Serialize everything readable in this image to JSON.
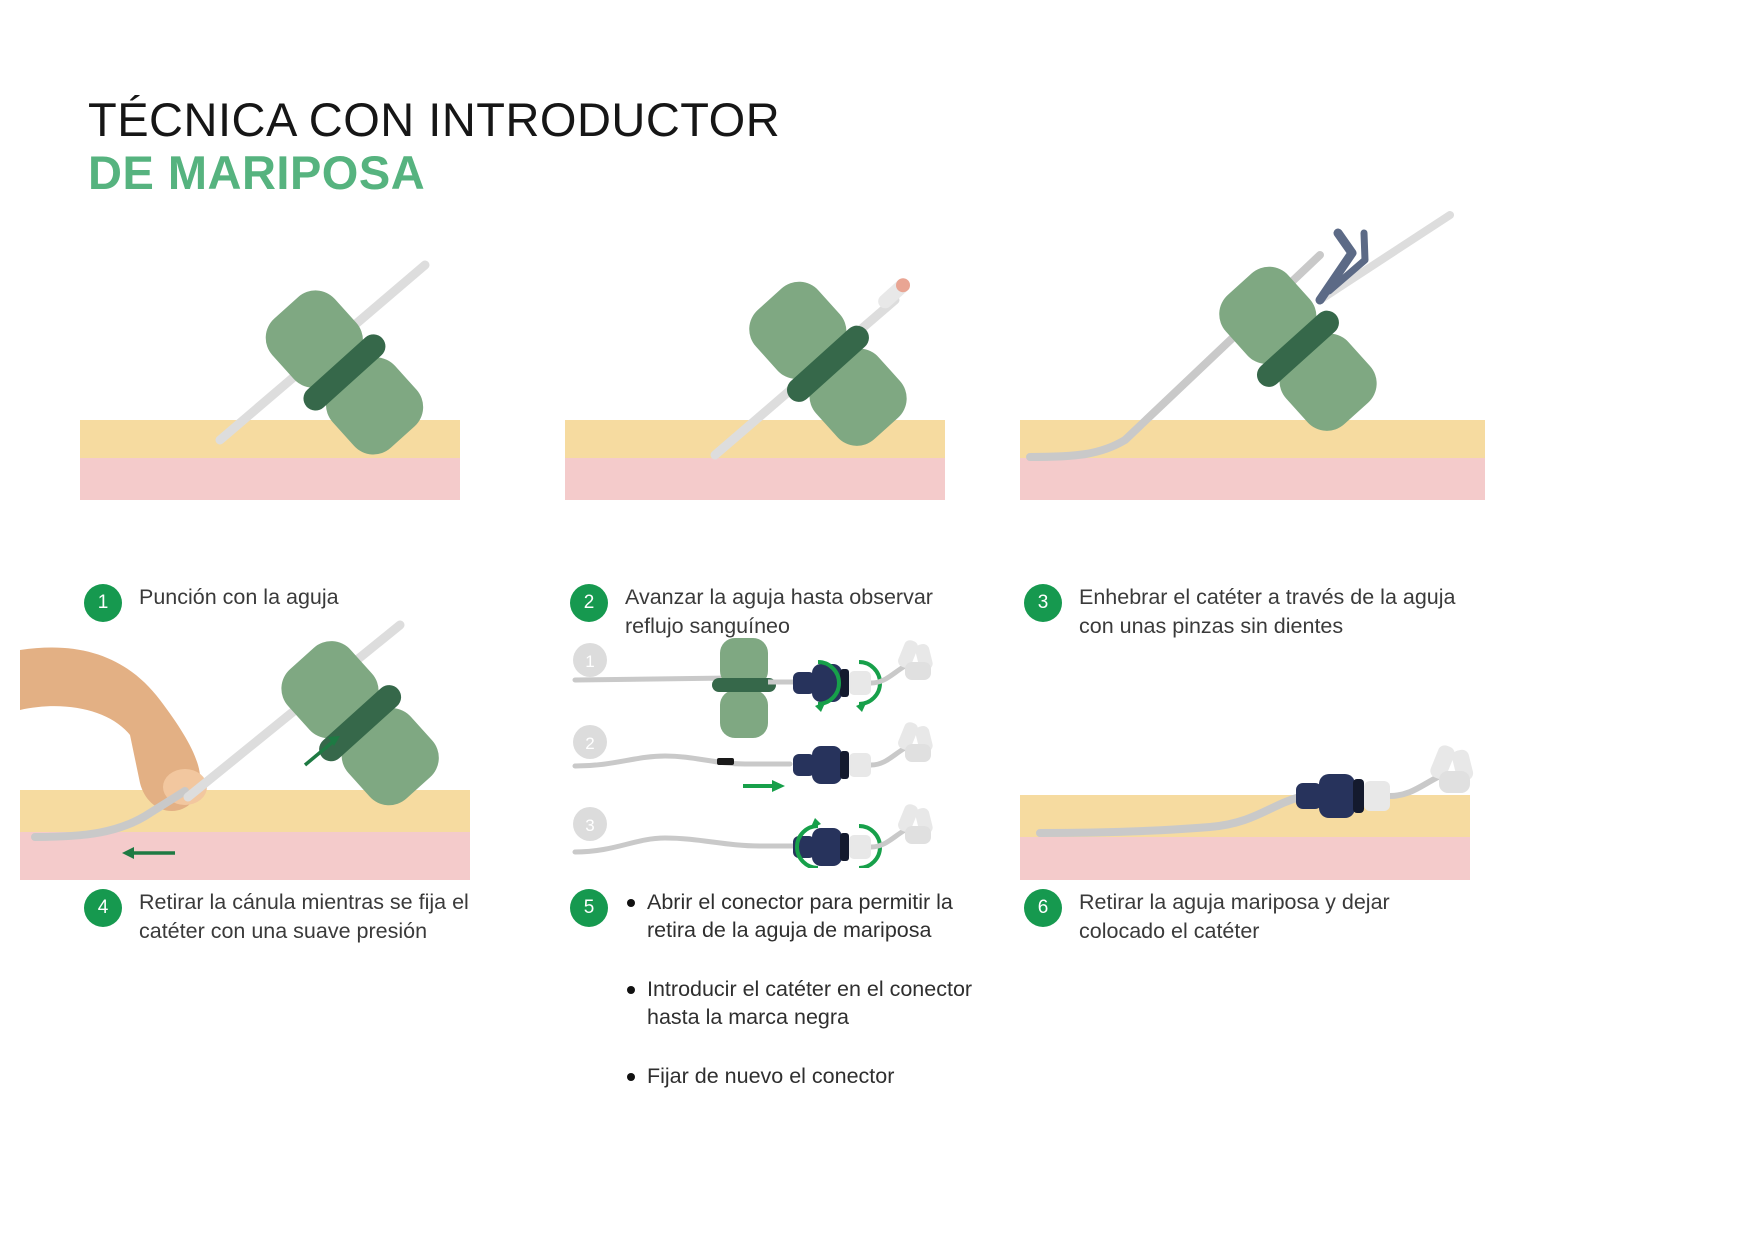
{
  "title": {
    "line1": "TÉCNICA CON INTRODUCTOR",
    "line2": "DE MARIPOSA"
  },
  "colors": {
    "accent_green": "#56B37F",
    "badge_green": "#16994F",
    "wing_green": "#7FA882",
    "wing_dark_green": "#36684A",
    "arrow_green": "#1E7A43",
    "epidermis": "#F6DBA0",
    "dermis": "#F4CBCB",
    "needle_gray": "#D8D8D8",
    "catheter_gray": "#C9C9C9",
    "connector_navy": "#27335C",
    "skin_finger": "#E3B084",
    "substep_gray": "#DCDCDC",
    "text_dark": "#3a3a3a"
  },
  "steps": [
    {
      "number": "1",
      "text": "Punción con la aguja",
      "figure": "butterfly-needle-puncture"
    },
    {
      "number": "2",
      "text": "Avanzar la aguja hasta observar reflujo sanguíneo",
      "figure": "butterfly-needle-blood-reflux"
    },
    {
      "number": "3",
      "text": "Enhebrar el catéter a través de la aguja con unas pinzas sin dientes",
      "figure": "catheter-threading-with-forceps"
    },
    {
      "number": "4",
      "text": "Retirar la cánula mientras se fija el catéter con una suave presión",
      "figure": "cannula-withdrawal-finger-pressure"
    },
    {
      "number": "5",
      "figure": "connector-assembly-substeps",
      "bullets": [
        "Abrir el conector para permitir la retira de la aguja de mariposa",
        "Introducir el catéter en el conector hasta la marca negra",
        "Fijar de nuevo el conector"
      ],
      "substeps": [
        "1",
        "2",
        "3"
      ]
    },
    {
      "number": "6",
      "text": "Retirar la aguja mariposa y dejar colocado el catéter",
      "figure": "final-catheter-placed"
    }
  ]
}
